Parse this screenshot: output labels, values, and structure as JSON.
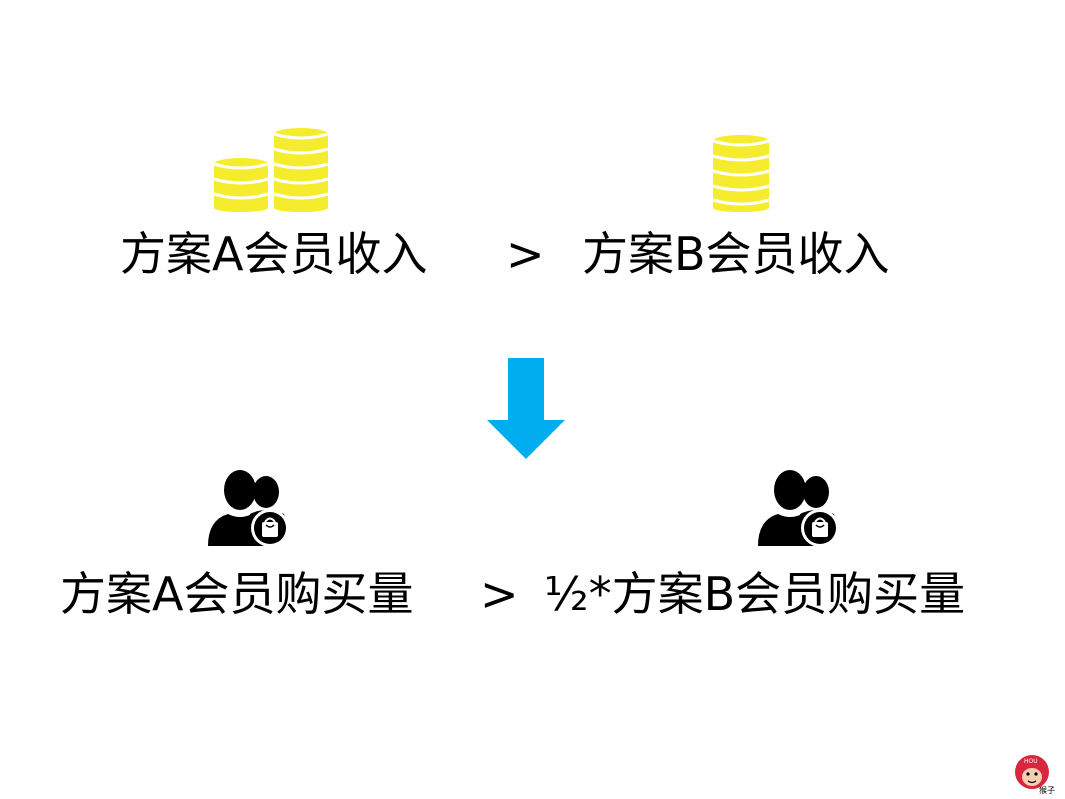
{
  "slide": {
    "income": {
      "left": "方案A会员收入",
      "operator": ">",
      "right": "方案B会员收入"
    },
    "purchase": {
      "left": "方案A会员购买量",
      "operator": ">",
      "right": "½*方案B会员购买量"
    }
  },
  "icons": {
    "coins_a": "coin-stacks-icon",
    "coins_b": "coin-stack-icon",
    "arrow": "down-arrow-icon",
    "user_a": "user-shopping-bag-icon",
    "user_b": "user-shopping-bag-icon",
    "logo": "monkey-logo"
  },
  "logo": {
    "top_text": "HOU",
    "caption": "猴子"
  },
  "colors": {
    "coin": "#f6ec2e",
    "coin_stripe": "#ffffff",
    "arrow": "#00aeef",
    "user": "#000000",
    "logo": "#d7263d"
  }
}
